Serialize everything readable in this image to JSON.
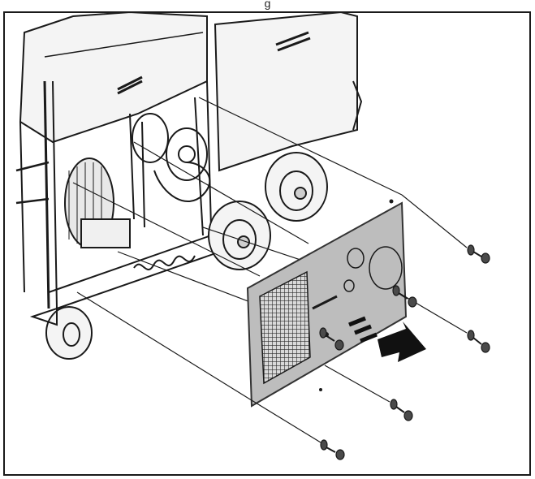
{
  "figure": {
    "caption_fragment": "g",
    "subject": "service-cart-assembly",
    "part_removed": "rear-grille-panel",
    "fastener_icon": "screw-icon",
    "direction_icon": "arrow-right-icon",
    "colors": {
      "line": "#1a1a1a",
      "panel": "#bdbdbd",
      "panel_edge": "#333333",
      "background": "#ffffff",
      "arrow": "#111111"
    }
  }
}
